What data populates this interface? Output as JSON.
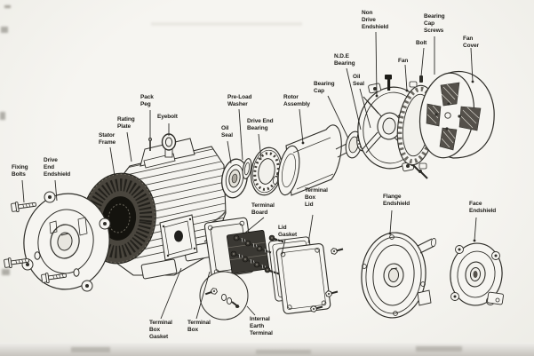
{
  "diagram": {
    "colors": {
      "paper": "#f2f1ec",
      "ink": "#2b2a26",
      "dark_fill": "#4a463e"
    },
    "labels": {
      "fixing_bolts": "Fixing\nBolts",
      "drive_end_endshield": "Drive\nEnd\nEndshield",
      "stator_frame": "Stator\nFrame",
      "rating_plate": "Rating\nPlate",
      "pack_peg": "Pack\nPeg",
      "eyebolt": "Eyebolt",
      "oil_seal_drive_end": "Oil\nSeal",
      "pre_load_washer": "Pre-Load\nWasher",
      "drive_end_bearing": "Drive End\nBearing",
      "rotor_assembly": "Rotor\nAssembly",
      "bearing_cap": "Bearing\nCap",
      "nde_bearing": "N.D.E\nBearing",
      "oil_seal_non_drive_end": "Oil\nSeal",
      "non_drive_endshield": "Non\nDrive\nEndshield",
      "fan": "Fan",
      "bolt": "Bolt",
      "bearing_cap_screws": "Bearing\nCap\nScrews",
      "fan_cover": "Fan\nCover",
      "terminal_board": "Terminal\nBoard",
      "terminal_box_lid": "Terminal\nBox\nLid",
      "lid_gasket": "Lid\nGasket",
      "terminal_box_gasket": "Terminal\nBox\nGasket",
      "terminal_box": "Terminal\nBox",
      "internal_earth_terminal": "Internal\nEarth\nTerminal",
      "flange_endshield": "Flange\nEndshield",
      "face_endshield": "Face\nEndshield"
    }
  }
}
